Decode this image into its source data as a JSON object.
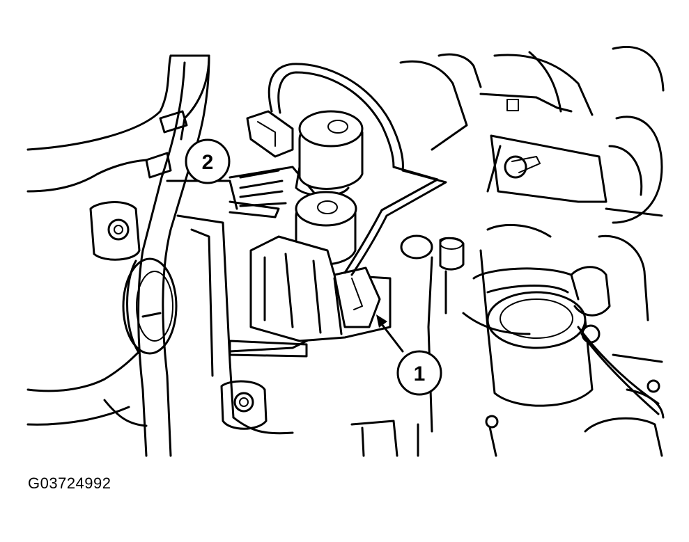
{
  "figure_id": "G03724992",
  "callouts": [
    {
      "label": "1"
    },
    {
      "label": "2"
    }
  ],
  "colors": {
    "ink": "#000000",
    "paper": "#ffffff"
  }
}
